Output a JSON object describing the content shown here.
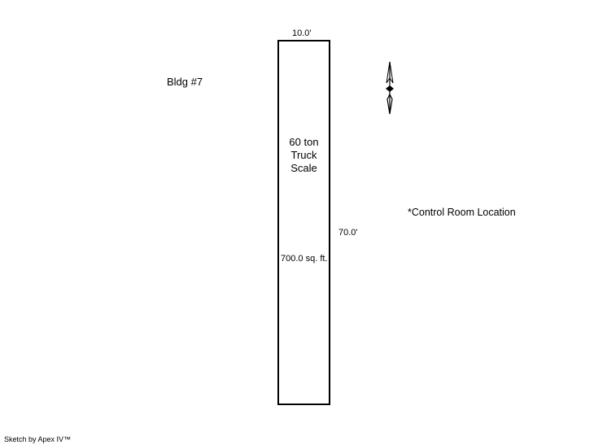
{
  "building_label": "Bldg #7",
  "top_dimension": "10.0'",
  "side_dimension": "70.0'",
  "room": {
    "name_lines": [
      "60 ton",
      "Truck",
      "Scale"
    ],
    "area": "700.0 sq. ft."
  },
  "note": "*Control Room Location",
  "credit": "Sketch by Apex IV™",
  "icons": {
    "compass": "north-arrow-icon"
  },
  "colors": {
    "line": "#000000",
    "background": "#ffffff"
  }
}
